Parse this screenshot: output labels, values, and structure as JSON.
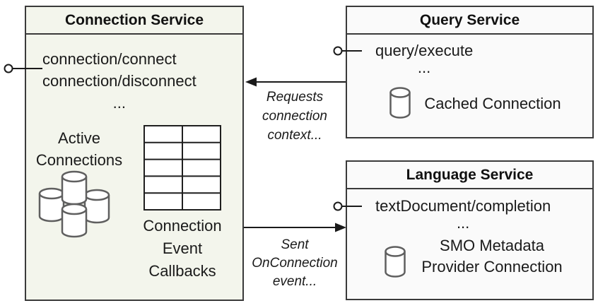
{
  "colors": {
    "connection_service_fill": "#f3f5ec",
    "right_service_fill": "#fafafa",
    "border": "#3a3a3a",
    "database_icon_stroke": "#5f5f5f",
    "text": "#1a1a1a"
  },
  "connection_service": {
    "title": "Connection Service",
    "methods": [
      "connection/connect",
      "connection/disconnect",
      "..."
    ],
    "active_connections_label": "Active Connections",
    "callbacks_label": "Connection Event Callbacks"
  },
  "query_service": {
    "title": "Query Service",
    "methods": [
      "query/execute",
      "..."
    ],
    "connection_label": "Cached Connection"
  },
  "language_service": {
    "title": "Language Service",
    "methods": [
      "textDocument/completion",
      "..."
    ],
    "connection_label": "SMO Metadata Provider Connection"
  },
  "edges": {
    "requests_label": "Requests connection context...",
    "sent_label": "Sent OnConnection event..."
  }
}
